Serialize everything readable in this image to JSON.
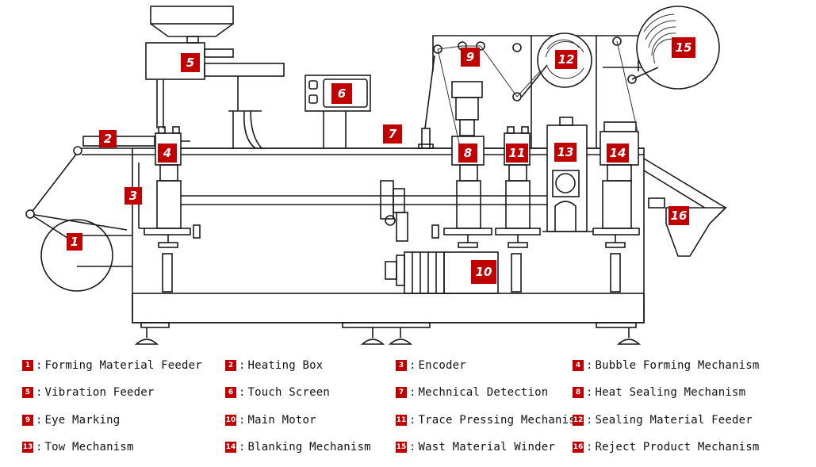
{
  "colors": {
    "accent": "#c00000",
    "line": "#1a1a1a"
  },
  "separator": ":",
  "components": [
    {
      "num": "1",
      "label": "Forming Material Feeder"
    },
    {
      "num": "2",
      "label": "Heating Box"
    },
    {
      "num": "3",
      "label": "Encoder"
    },
    {
      "num": "4",
      "label": "Bubble Forming Mechanism"
    },
    {
      "num": "5",
      "label": "Vibration Feeder"
    },
    {
      "num": "6",
      "label": "Touch Screen"
    },
    {
      "num": "7",
      "label": "Mechnical Detection"
    },
    {
      "num": "8",
      "label": "Heat Sealing Mechanism"
    },
    {
      "num": "9",
      "label": "Eye Marking"
    },
    {
      "num": "10",
      "label": "Main Motor"
    },
    {
      "num": "11",
      "label": "Trace Pressing Mechanism"
    },
    {
      "num": "12",
      "label": "Sealing Material Feeder"
    },
    {
      "num": "13",
      "label": "Tow Mechanism"
    },
    {
      "num": "14",
      "label": "Blanking Mechanism"
    },
    {
      "num": "15",
      "label": "Wast Material Winder"
    },
    {
      "num": "16",
      "label": "Reject Product Mechanism"
    }
  ]
}
